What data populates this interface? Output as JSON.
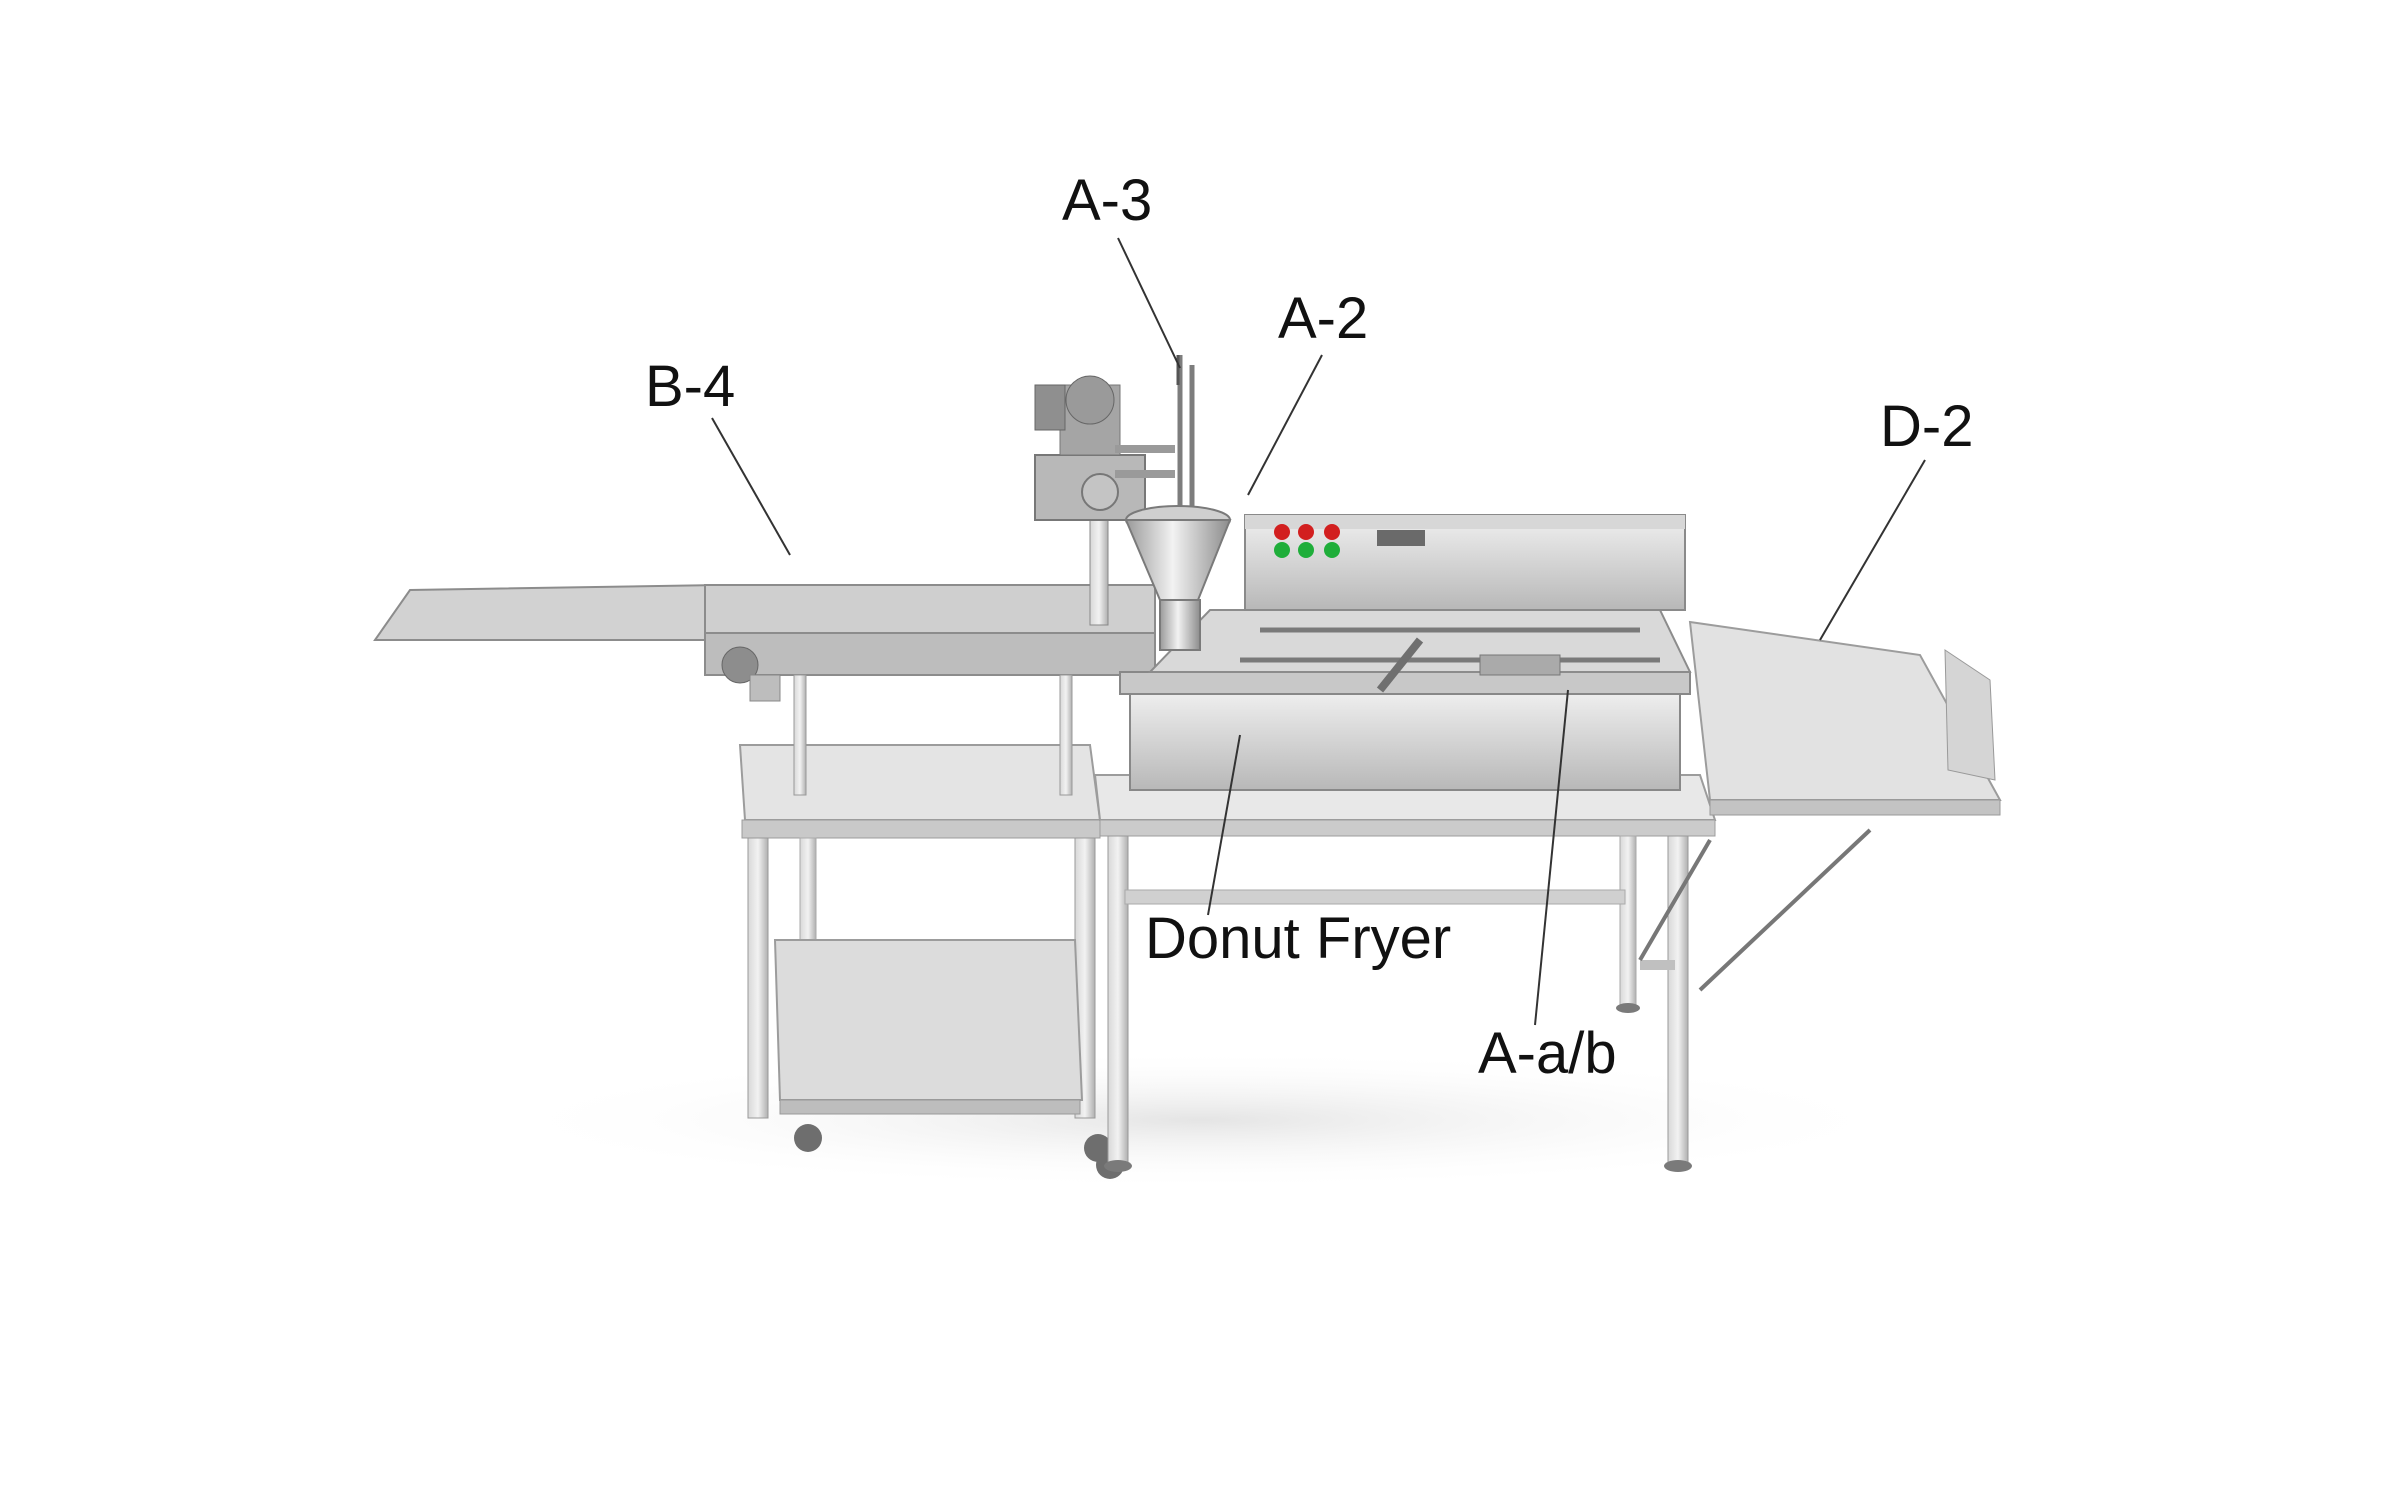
{
  "labels": {
    "a3": "A-3",
    "a2": "A-2",
    "b4": "B-4",
    "d2": "D-2",
    "donut_fryer": "Donut Fryer",
    "aab": "A-a/b"
  },
  "colors": {
    "steel_light": "#e6e6e6",
    "steel_mid": "#c4c4c4",
    "steel_dark": "#8a8a8a",
    "button_red": "#d21f1f",
    "button_green": "#1fae3a",
    "leader_line": "#333333"
  }
}
